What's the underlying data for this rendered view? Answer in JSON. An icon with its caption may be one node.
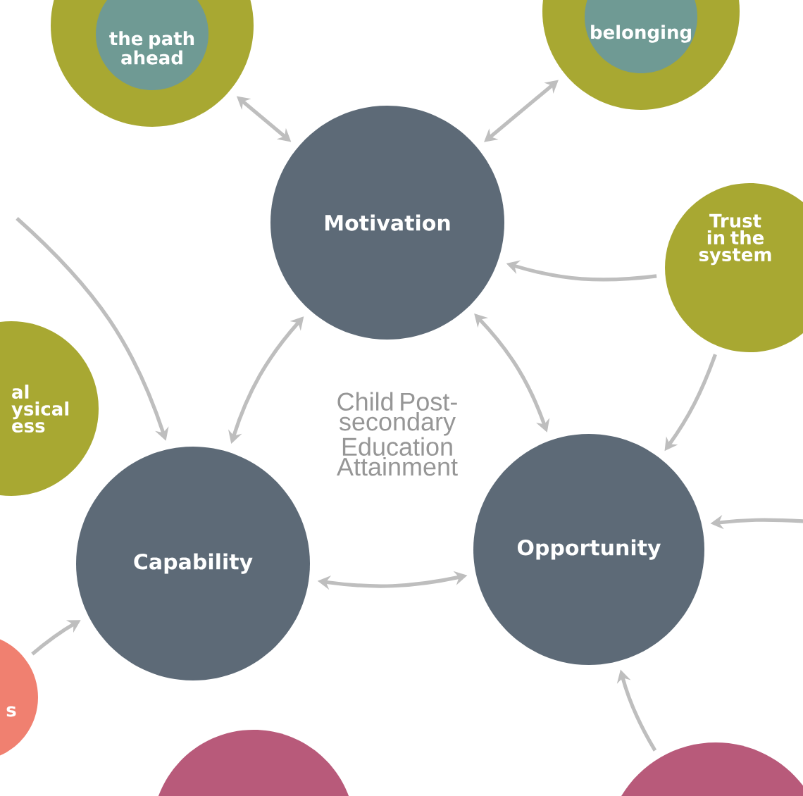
{
  "diagram": {
    "nodes": [
      {
        "text": [],
        "shape": "circle"
      },
      {
        "text": [
          "the path ahead"
        ],
        "in": 0
      },
      {
        "text": [],
        "shape": "circle"
      },
      {
        "text": [
          "belonging"
        ],
        "in": 2
      },
      {
        "text": [
          "Trust in the system"
        ]
      },
      {
        "text": [
          "al ysical ess"
        ]
      },
      {
        "text": [
          "Motivation"
        ]
      },
      {
        "text": [
          "Capability"
        ]
      },
      {
        "text": [
          "Opportunity"
        ]
      },
      {
        "text": [
          "s"
        ]
      },
      {
        "text": [],
        "shape": "circle"
      },
      {
        "text": [],
        "shape": "circle"
      }
    ],
    "edges": [
      {
        "from": 0,
        "to": 6,
        "arrow": "both"
      },
      {
        "from": 2,
        "to": 6,
        "arrow": "both"
      },
      {
        "from": 4,
        "to": 6,
        "arrow": "to"
      },
      {
        "from": 6,
        "to": 7,
        "arrow": "both"
      },
      {
        "from": 6,
        "to": 8,
        "arrow": "both"
      },
      {
        "from": 7,
        "to": 8,
        "arrow": "both"
      },
      {
        "from": null,
        "to": 7,
        "arrow": "to"
      },
      {
        "from": 4,
        "to": 8,
        "arrow": "to"
      },
      {
        "from": null,
        "to": 8,
        "arrow": "to"
      },
      {
        "from": 11,
        "to": 8,
        "arrow": "to"
      },
      {
        "from": 9,
        "to": 7,
        "arrow": "to"
      }
    ],
    "labels": [
      "Child Post-secondary Education Attainment"
    ]
  }
}
